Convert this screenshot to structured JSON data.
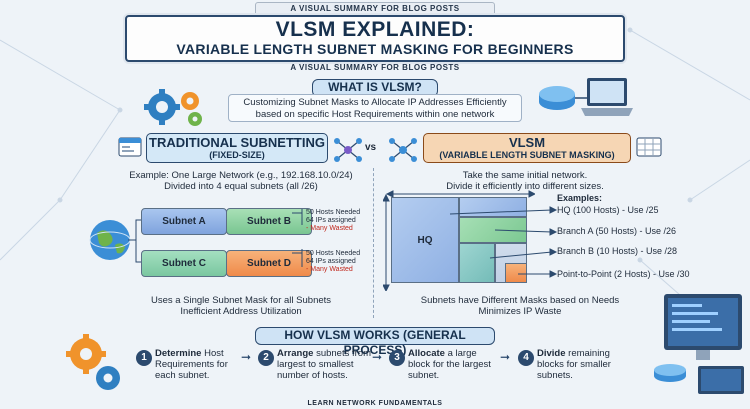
{
  "header": {
    "banner_top": "A VISUAL SUMMARY FOR BLOG POSTS",
    "title_line1": "VLSM EXPLAINED:",
    "title_line2": "VARIABLE LENGTH SUBNET MASKING FOR BEGINNERS",
    "subtitle": "A VISUAL SUMMARY FOR BLOG POSTS"
  },
  "what": {
    "heading": "WHAT IS VLSM?",
    "line1": "Customizing Subnet Masks to Allocate IP Addresses Efficiently",
    "line2": "based on specific Host Requirements within one network"
  },
  "traditional": {
    "heading": "TRADITIONAL SUBNETTING",
    "sub": "(FIXED-SIZE)",
    "example1": "Example: One Large Network (e.g., 192.168.10.0/24)",
    "example2": "Divided into 4 equal subnets (all /26)",
    "subnets": [
      "Subnet A",
      "Subnet B",
      "Subnet C",
      "Subnet D"
    ],
    "note": {
      "l1": "50 Hosts Needed",
      "l2": "64 IPs assigned",
      "l3": "- Many Wasted"
    },
    "summary1": "Uses a Single Subnet Mask for all Subnets",
    "summary2": "Inefficient Address Utilization"
  },
  "vs": "vs",
  "vlsm": {
    "heading": "VLSM",
    "sub": "(VARIABLE LENGTH SUBNET MASKING)",
    "intro1": "Take the same initial network.",
    "intro2": "Divide it efficiently into different sizes.",
    "block_hq": "HQ",
    "examples_label": "Examples:",
    "examples": [
      "HQ (100 Hosts) - Use /25",
      "Branch A (50 Hosts) - Use /26",
      "Branch B (10 Hosts) - Use /28",
      "Point-to-Point (2 Hosts) - Use /30"
    ],
    "summary1": "Subnets have Different Masks based on Needs",
    "summary2": "Minimizes IP Waste"
  },
  "how": {
    "heading": "HOW VLSM WORKS (GENERAL PROCESS)",
    "steps": [
      {
        "num": "1",
        "bold": "Determine",
        "rest1": " Host",
        "rest2": "Requirements for",
        "rest3": "each subnet."
      },
      {
        "num": "2",
        "bold": "Arrange",
        "rest1": " subnets from",
        "rest2": "largest to smallest",
        "rest3": "number of hosts."
      },
      {
        "num": "3",
        "bold": "Allocate",
        "rest1": " a large",
        "rest2": "block for the largest",
        "rest3": "subnet."
      },
      {
        "num": "4",
        "bold": "Divide",
        "rest1": " remaining",
        "rest2": "blocks for smaller",
        "rest3": "subnets."
      }
    ]
  },
  "footer": "LEARN NETWORK FUNDAMENTALS",
  "colors": {
    "navy": "#16304d",
    "accent_orange": "#ef8a4a",
    "waste_red": "#c0271c"
  }
}
